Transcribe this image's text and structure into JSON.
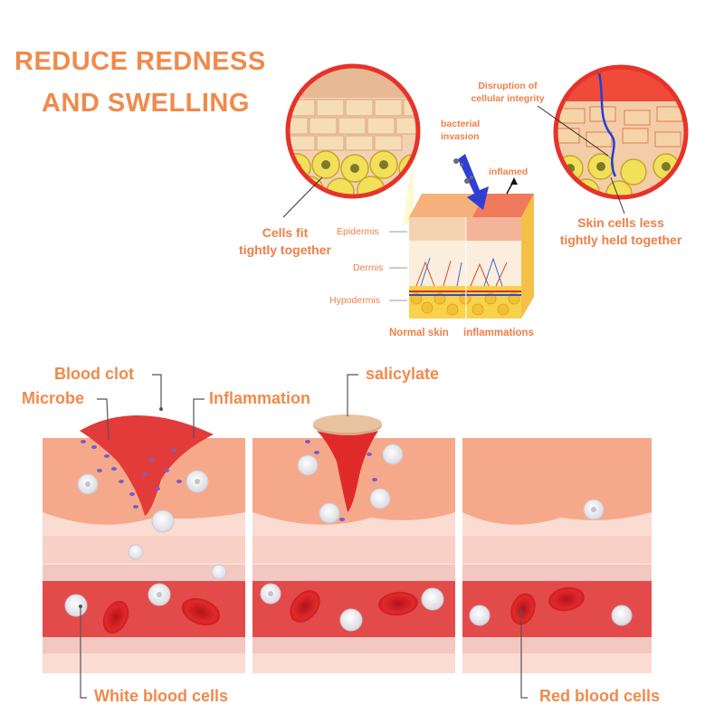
{
  "title": {
    "line1": "REDUCE REDNESS",
    "line2": "AND SWELLING"
  },
  "top_diagram": {
    "cells_fit": "Cells fit\ntightly together",
    "skin_cells_less": "Skin cells less\ntightly held together",
    "disruption": "Disruption of\ncellular integrity",
    "bacterial": "bacterial\ninvasion",
    "inflamed": "inflamed",
    "layers": [
      "Epidermis",
      "Dermis",
      "Hypodermis"
    ],
    "normal_skin": "Normal skin",
    "inflammations": "inflammations"
  },
  "bottom_diagram": {
    "blood_clot": "Blood clot",
    "microbe": "Microbe",
    "inflammation": "Inflammation",
    "salicylate": "salicylate",
    "white_blood_cells": "White blood cells",
    "red_blood_cells": "Red blood cells"
  },
  "colors": {
    "accent": "#f08a4b",
    "skin": "#f6a98a",
    "blood": "#e02a2a",
    "vessel": "#f3c8c0"
  }
}
